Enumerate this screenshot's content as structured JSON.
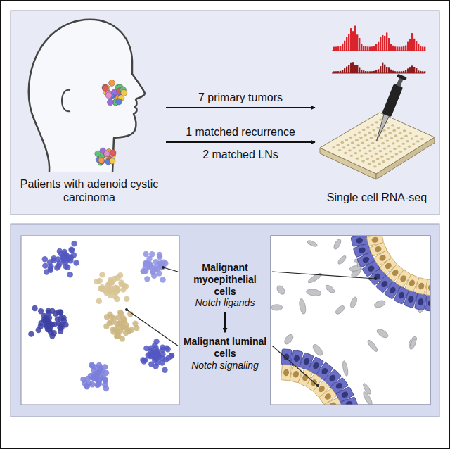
{
  "diagram": {
    "nodes": [
      {
        "text": [
          "Patients with adenoid cystic carcinoma"
        ]
      },
      {
        "text": [
          "Single cell RNA-seq"
        ]
      },
      {
        "text": [
          "Malignant myoepithelial cells",
          "Notch ligands"
        ]
      },
      {
        "text": [
          "Malignant luminal cells",
          "Notch signaling"
        ]
      }
    ],
    "edges": [
      {
        "from": 0,
        "to": 1,
        "arrow": "to",
        "label": "7 primary tumors"
      },
      {
        "from": 0,
        "to": 1,
        "arrow": "to",
        "label": "1 matched recurrence"
      },
      {
        "from": 2,
        "to": 3,
        "arrow": "to"
      }
    ],
    "labels": [
      "2 matched LNs"
    ]
  }
}
